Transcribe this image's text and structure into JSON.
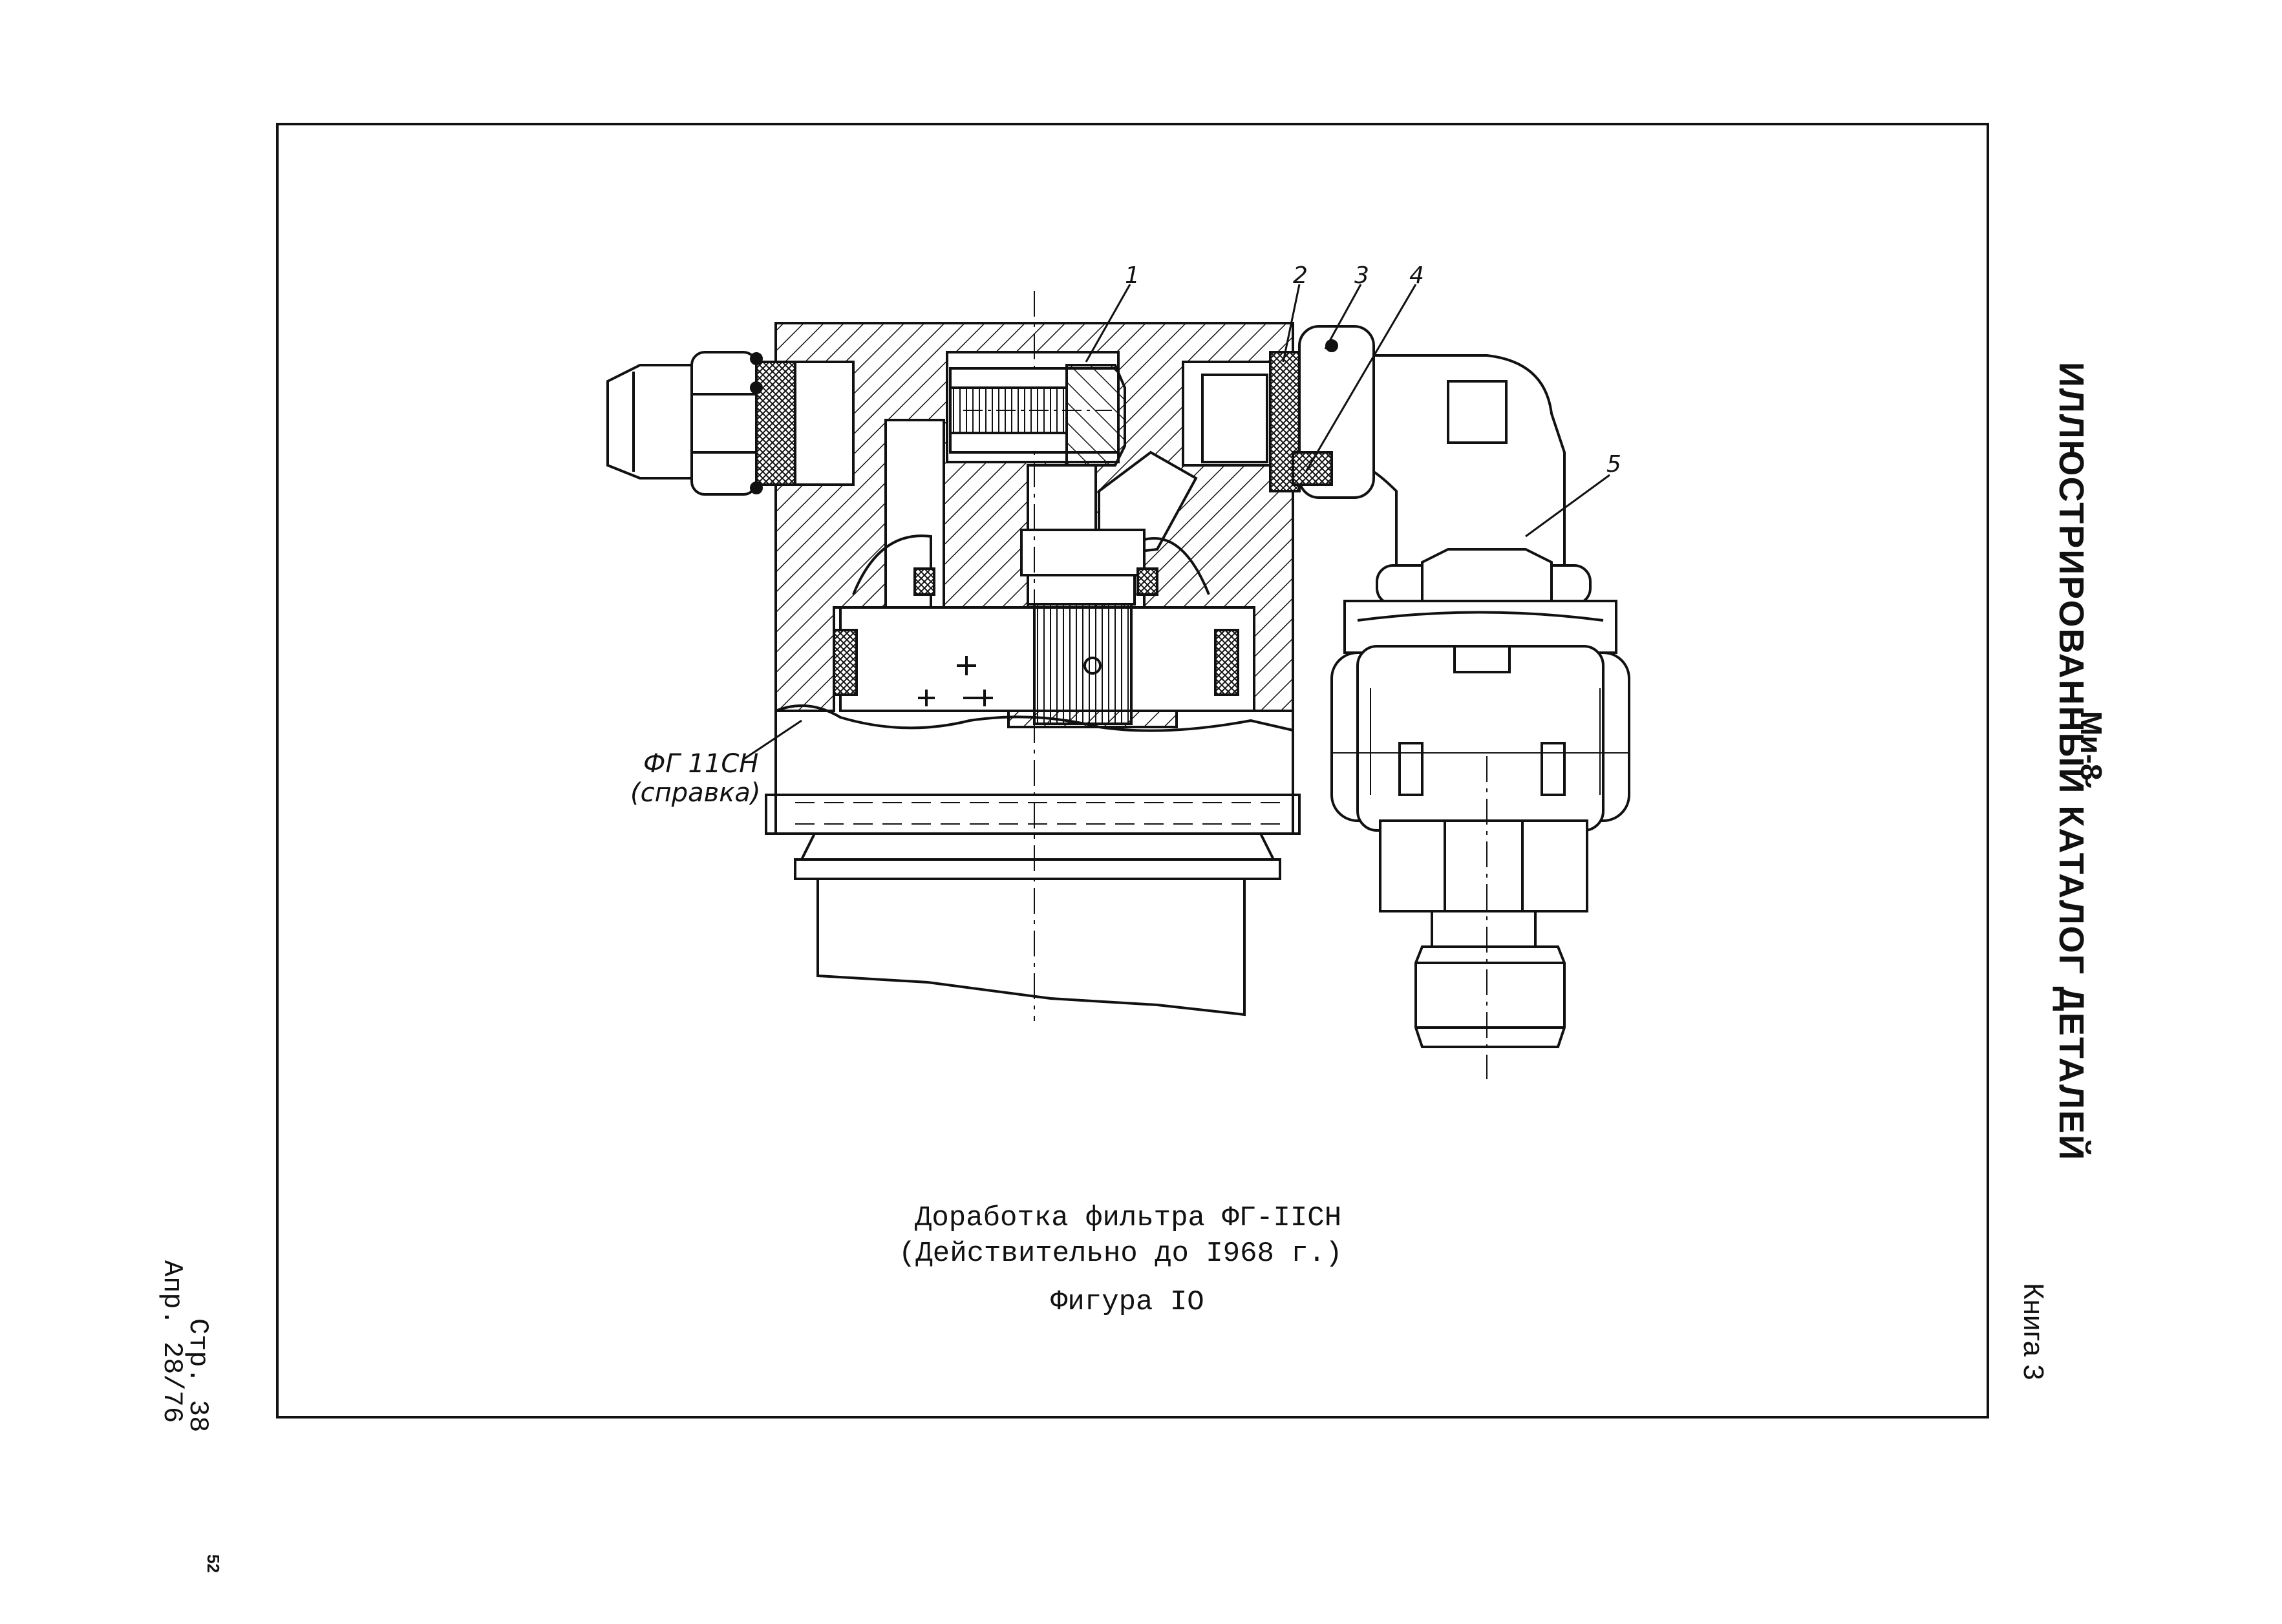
{
  "header": {
    "model": "Ми-8",
    "catalog_title": "ИЛЛЮСТРИРОВАННЫЙ КАТАЛОГ ДЕТАЛЕЙ",
    "book": "Книга 3"
  },
  "footer": {
    "page": "Стр. 38",
    "revision_date": "Апр. 28/76",
    "sheet_number": "52"
  },
  "figure": {
    "caption_line1": "Доработка фильтра ФГ-IIСН",
    "caption_line2": "(Действительно до I968 г.)",
    "figure_label": "Фигура IO",
    "callouts": [
      "1",
      "2",
      "3",
      "4",
      "5"
    ],
    "reference_label_line1": "ФГ 11СН",
    "reference_label_line2": "(справка)"
  }
}
